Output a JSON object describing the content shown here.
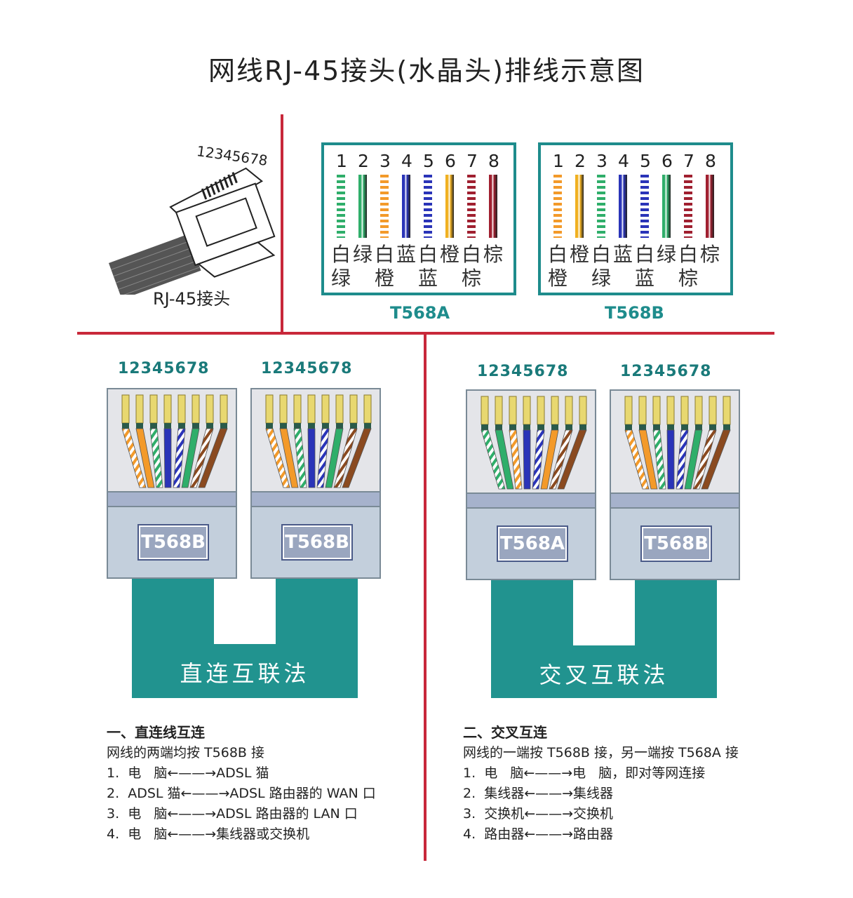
{
  "title": "网线RJ-45接头(水晶头)排线示意图",
  "connector": {
    "pin_numbers": "12345678",
    "label": "RJ-45接头"
  },
  "standards": [
    {
      "name": "T568A",
      "pins": [
        "1",
        "2",
        "3",
        "4",
        "5",
        "6",
        "7",
        "8"
      ],
      "colors_row1": [
        "白",
        "绿",
        "白",
        "蓝",
        "白",
        "橙",
        "白",
        "棕"
      ],
      "colors_row2": [
        "绿",
        "橙",
        "蓝",
        "棕"
      ],
      "wire_colors": [
        "#2fae6a",
        "#2fae6a",
        "#f39a2a",
        "#2a34b8",
        "#2a34b8",
        "#f0b020",
        "#a02030",
        "#a02030"
      ],
      "striped": [
        true,
        false,
        true,
        false,
        true,
        false,
        true,
        false
      ]
    },
    {
      "name": "T568B",
      "pins": [
        "1",
        "2",
        "3",
        "4",
        "5",
        "6",
        "7",
        "8"
      ],
      "colors_row1": [
        "白",
        "橙",
        "白",
        "蓝",
        "白",
        "绿",
        "白",
        "棕"
      ],
      "colors_row2": [
        "橙",
        "绿",
        "蓝",
        "棕"
      ],
      "wire_colors": [
        "#f39a2a",
        "#f0b020",
        "#2fae6a",
        "#2a34b8",
        "#2a34b8",
        "#2fae6a",
        "#a02030",
        "#a02030"
      ],
      "striped": [
        true,
        false,
        true,
        false,
        true,
        false,
        true,
        false
      ]
    }
  ],
  "plugs": {
    "straight": {
      "left": {
        "digits": "12345678",
        "badge": "T568B"
      },
      "right": {
        "digits": "12345678",
        "badge": "T568B"
      },
      "cable_label": "直连互联法"
    },
    "cross": {
      "left": {
        "digits": "12345678",
        "badge": "T568A"
      },
      "right": {
        "digits": "12345678",
        "badge": "T568B"
      },
      "cable_label": "交叉互联法"
    }
  },
  "plug_wires": {
    "T568B": {
      "colors": [
        "#f39a2a",
        "#f39a2a",
        "#2fae6a",
        "#2a34b8",
        "#2a34b8",
        "#2fae6a",
        "#8a4a20",
        "#8a4a20"
      ],
      "striped": [
        true,
        false,
        true,
        false,
        true,
        false,
        true,
        false
      ]
    },
    "T568A": {
      "colors": [
        "#2fae6a",
        "#2fae6a",
        "#f39a2a",
        "#2a34b8",
        "#2a34b8",
        "#f39a2a",
        "#8a4a20",
        "#8a4a20"
      ],
      "striped": [
        true,
        false,
        true,
        false,
        true,
        false,
        true,
        false
      ]
    }
  },
  "colors": {
    "accent_teal": "#1e8c8c",
    "divider_red": "#c8283a",
    "cable_teal": "#21938f"
  },
  "notes": {
    "straight": {
      "heading": "一、直连线互连",
      "subtitle": "网线的两端均按 T568B 接",
      "items": [
        "1.  电   脑←——→ADSL 猫",
        "2.  ADSL 猫←——→ADSL 路由器的 WAN 口",
        "3.  电   脑←——→ADSL 路由器的 LAN 口",
        "4.  电   脑←——→集线器或交换机"
      ]
    },
    "cross": {
      "heading": "二、交叉互连",
      "subtitle": "网线的一端按 T568B 接，另一端按 T568A 接",
      "items": [
        "1.  电   脑←——→电   脑，即对等网连接",
        "2.  集线器←——→集线器",
        "3.  交换机←——→交换机",
        "4.  路由器←——→路由器"
      ]
    }
  }
}
